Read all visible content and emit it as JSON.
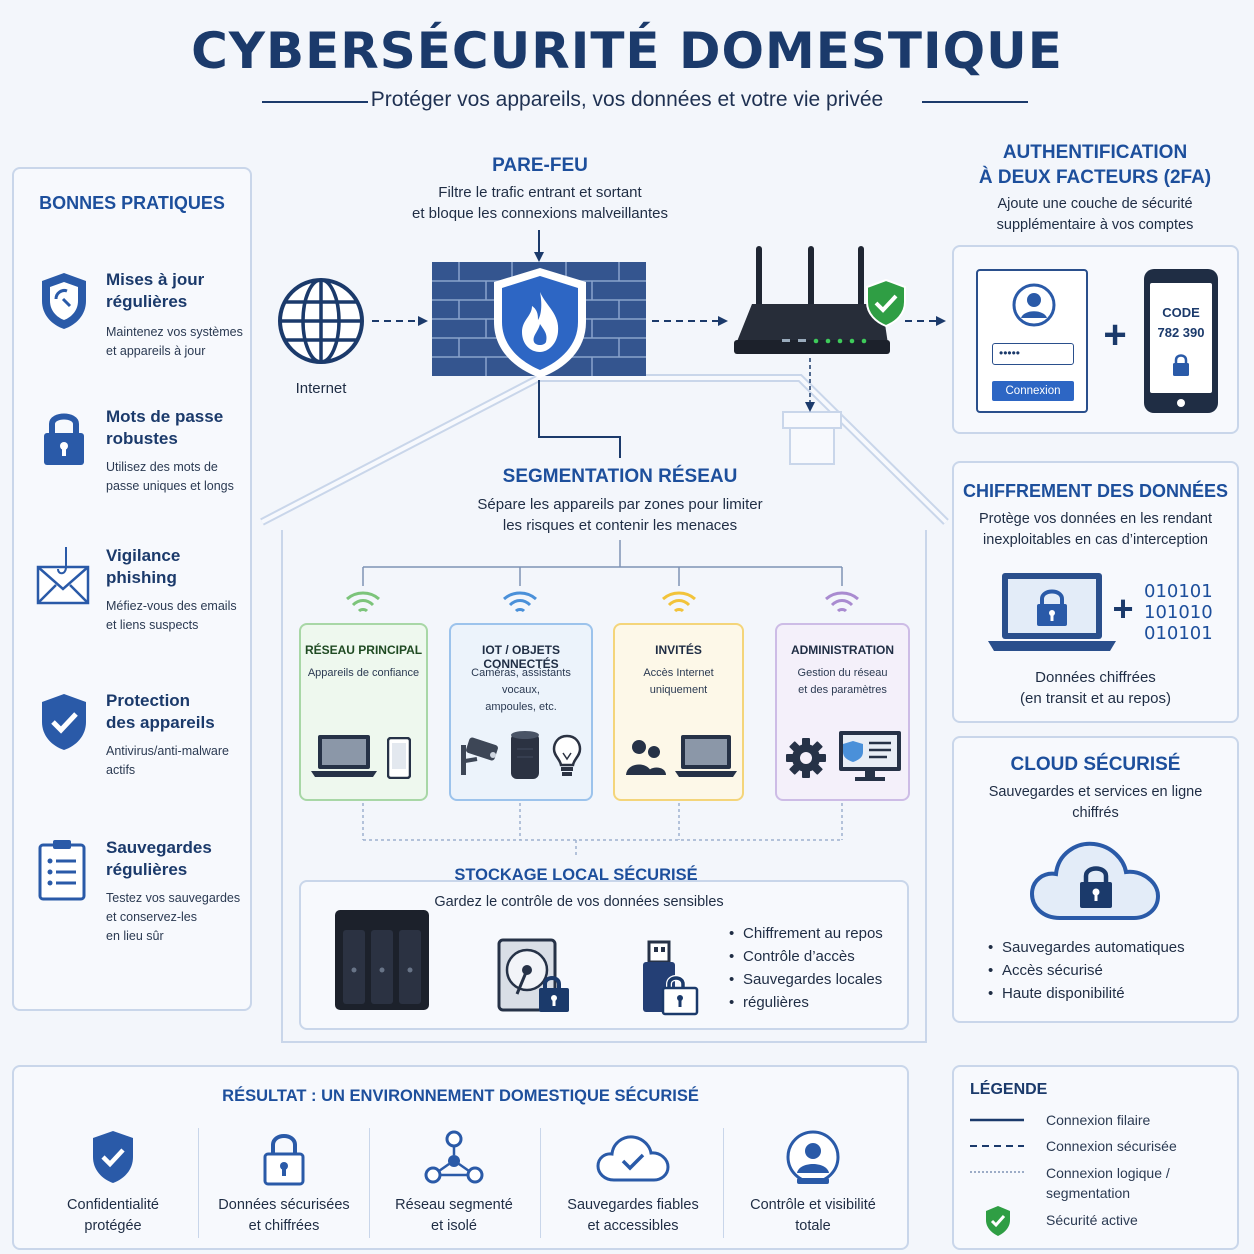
{
  "header": {
    "title": "CYBERSÉCURITÉ DOMESTIQUE",
    "subtitle": "Protéger vos appareils, vos données et votre vie privée"
  },
  "good_practices": {
    "title": "BONNES PRATIQUES",
    "items": [
      {
        "title_line1": "Mises à jour",
        "title_line2": "régulières",
        "desc_line1": "Maintenez vos systèmes",
        "desc_line2": "et appareils à jour",
        "icon": "shield-icon"
      },
      {
        "title_line1": "Mots de passe",
        "title_line2": "robustes",
        "desc_line1": "Utilisez des mots de",
        "desc_line2": "passe uniques et longs",
        "icon": "padlock-icon"
      },
      {
        "title_line1": "Vigilance",
        "title_line2": "phishing",
        "desc_line1": "Méfiez-vous des emails",
        "desc_line2": "et liens suspects",
        "icon": "phishing-envelope-icon"
      },
      {
        "title_line1": "Protection",
        "title_line2": "des appareils",
        "desc_line1": "Antivirus/anti-malware",
        "desc_line2": "actifs",
        "icon": "shield-check-icon"
      },
      {
        "title_line1": "Sauvegardes",
        "title_line2": "régulières",
        "desc_line1": "Testez vos sauvegardes",
        "desc_line2": "et conservez-les",
        "desc_line3": "en lieu sûr",
        "icon": "clipboard-checklist-icon"
      }
    ]
  },
  "firewall": {
    "title": "PARE-FEU",
    "desc_line1": "Filtre le trafic entrant et sortant",
    "desc_line2": "et bloque les connexions malveillantes"
  },
  "internet": {
    "label": "Internet"
  },
  "twofa": {
    "title_line1": "AUTHENTIFICATION",
    "title_line2": "À DEUX FACTEURS (2FA)",
    "desc_line1": "Ajoute une couche de sécurité",
    "desc_line2": "supplémentaire à vos comptes",
    "password_mask": "•••••",
    "login_button": "Connexion",
    "code_label": "CODE",
    "code_value": "782 390",
    "plus": "+"
  },
  "segmentation": {
    "title": "SEGMENTATION RÉSEAU",
    "desc_line1": "Sépare les appareils par zones pour limiter",
    "desc_line2": "les risques et contenir les menaces",
    "zones": [
      {
        "title": "RÉSEAU PRINCIPAL",
        "desc_line1": "Appareils de confiance",
        "desc_line2": "",
        "color": "#7cc47a"
      },
      {
        "title": "IOT / OBJETS CONNECTÉS",
        "desc_line1": "Caméras, assistants vocaux,",
        "desc_line2": "ampoules, etc.",
        "color": "#4a90d9"
      },
      {
        "title": "INVITÉS",
        "desc_line1": "Accès Internet uniquement",
        "desc_line2": "",
        "color": "#f2c33a"
      },
      {
        "title": "ADMINISTRATION",
        "desc_line1": "Gestion du réseau",
        "desc_line2": "et des paramètres",
        "color": "#a98bd0"
      }
    ]
  },
  "local_storage": {
    "title": "STOCKAGE LOCAL SÉCURISÉ",
    "desc": "Gardez le contrôle de vos données sensibles",
    "bullets": [
      "Chiffrement au repos",
      "Contrôle d’accès",
      "Sauvegardes locales",
      "régulières"
    ]
  },
  "encryption": {
    "title": "CHIFFREMENT DES DONNÉES",
    "desc_line1": "Protège vos données en les rendant",
    "desc_line2": "inexploitables en cas d’interception",
    "binary": [
      "010101",
      "101010",
      "010101"
    ],
    "plus": "+",
    "caption_line1": "Données chiffrées",
    "caption_line2": "(en transit et au repos)"
  },
  "cloud": {
    "title": "CLOUD SÉCURISÉ",
    "desc_line1": "Sauvegardes et services en ligne",
    "desc_line2": "chiffrés",
    "bullets": [
      "Sauvegardes automatiques",
      "Accès sécurisé",
      "Haute disponibilité"
    ]
  },
  "result": {
    "title": "RÉSULTAT : UN ENVIRONNEMENT DOMESTIQUE SÉCURISÉ",
    "items": [
      {
        "line1": "Confidentialité",
        "line2": "protégée"
      },
      {
        "line1": "Données sécurisées",
        "line2": "et chiffrées"
      },
      {
        "line1": "Réseau segmenté",
        "line2": "et isolé"
      },
      {
        "line1": "Sauvegardes fiables",
        "line2": "et accessibles"
      },
      {
        "line1": "Contrôle et visibilité",
        "line2": "totale"
      }
    ]
  },
  "legend": {
    "title": "LÉGENDE",
    "wired": "Connexion filaire",
    "secure": "Connexion sécurisée",
    "logical_line1": "Connexion logique /",
    "logical_line2": "segmentation",
    "active": "Sécurité active"
  },
  "colors": {
    "navy": "#1b3a6b",
    "blue": "#1d4f9c",
    "green": "#2f9e44",
    "brick": "#34558f"
  }
}
